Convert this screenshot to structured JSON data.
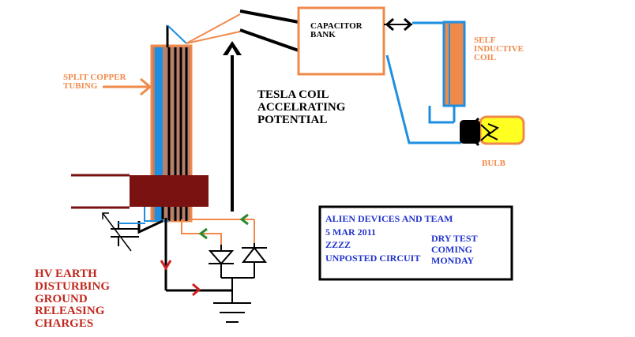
{
  "labels": {
    "capacitor_bank": "CAPACITOR\nBANK",
    "self_inductive_coil": "SELF\nINDUCTIVE\nCOIL",
    "bulb": "BULB",
    "split_copper_tubing": "SPLIT COPPER\nTUBING",
    "tesla_coil": "TESLA COIL\nACCELRATING\nPOTENTIAL",
    "hv_earth": "HV EARTH\nDISTURBING\nGROUND\nRELEASING\nCHARGES"
  },
  "info_box": {
    "line1": "ALIEN DEVICES AND TEAM",
    "line2": "5 MAR 2011",
    "line3": "ZZZZ",
    "line4": "UNPOSTED CIRCUIT",
    "note": "DRY TEST\nCOMING\nMONDAY"
  },
  "colors": {
    "orange": "#f08a4b",
    "blue": "#1e8fe0",
    "dark_red": "#7a1212",
    "label_red": "#c0281e",
    "box_text": "#2233cc",
    "bulb_yellow": "#ffff22",
    "green_arrow": "#2a8a2a"
  }
}
